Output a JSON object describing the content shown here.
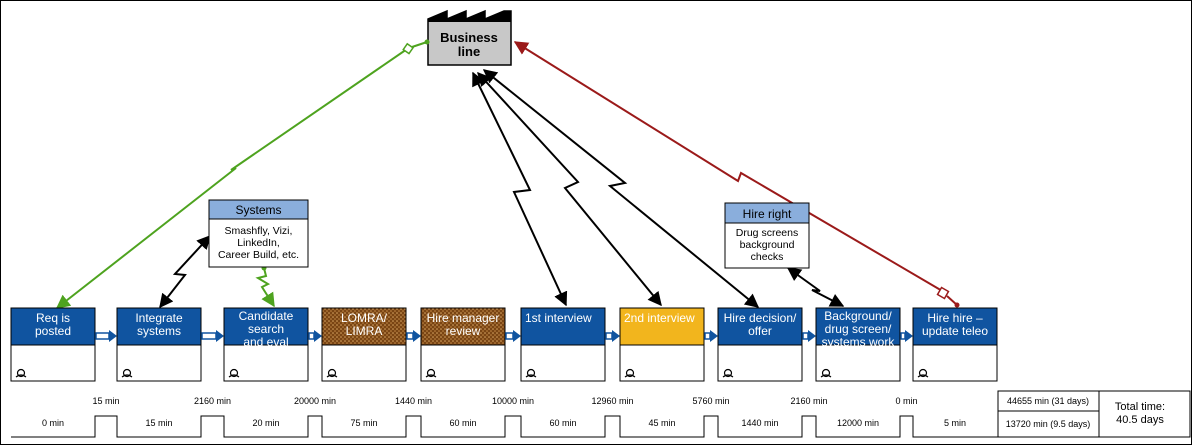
{
  "factory": {
    "label_line1": "Business",
    "label_line2": "line"
  },
  "info_boxes": [
    {
      "id": "systems",
      "title": "Systems",
      "lines": [
        "Smashfly, Vizi,",
        "LinkedIn,",
        "Career Build, etc."
      ]
    },
    {
      "id": "hire-right",
      "title": "Hire right",
      "lines": [
        "Drug screens",
        "background",
        "checks"
      ]
    }
  ],
  "processes": [
    {
      "id": "req-posted",
      "lines": [
        "Req is",
        "posted"
      ],
      "fill": "#1054a0",
      "text_color": "#ffffff",
      "pattern": false
    },
    {
      "id": "integrate-systems",
      "lines": [
        "Integrate",
        "systems"
      ],
      "fill": "#1054a0",
      "text_color": "#ffffff",
      "pattern": false
    },
    {
      "id": "candidate-search",
      "lines": [
        "Candidate",
        "search",
        "and eval"
      ],
      "fill": "#1054a0",
      "text_color": "#ffffff",
      "pattern": false
    },
    {
      "id": "lomra",
      "lines": [
        "LOMRA/",
        "LIMRA"
      ],
      "fill": "#7a4514",
      "text_color": "#ffffff",
      "pattern": true
    },
    {
      "id": "hire-manager-review",
      "lines": [
        "Hire manager",
        "review"
      ],
      "fill": "#7a4514",
      "text_color": "#ffffff",
      "pattern": true
    },
    {
      "id": "first-interview",
      "lines": [
        "1st interview"
      ],
      "fill": "#1054a0",
      "text_color": "#ffffff",
      "pattern": false
    },
    {
      "id": "second-interview",
      "lines": [
        "2nd interview"
      ],
      "fill": "#f2b51d",
      "text_color": "#ffffff",
      "pattern": false
    },
    {
      "id": "hire-decision",
      "lines": [
        "Hire decision/",
        "offer"
      ],
      "fill": "#1054a0",
      "text_color": "#ffffff",
      "pattern": false
    },
    {
      "id": "background-screen",
      "lines": [
        "Background/",
        "drug screen/",
        "systems work"
      ],
      "fill": "#1054a0",
      "text_color": "#ffffff",
      "pattern": false
    },
    {
      "id": "hire-hire",
      "lines": [
        "Hire hire –",
        "update teleo"
      ],
      "fill": "#1054a0",
      "text_color": "#ffffff",
      "pattern": false
    }
  ],
  "timeline": {
    "wait_times": [
      "15 min",
      "2160 min",
      "20000 min",
      "1440 min",
      "10000 min",
      "12960 min",
      "5760 min",
      "2160 min",
      "0 min"
    ],
    "process_times": [
      "0 min",
      "15 min",
      "20 min",
      "75 min",
      "60 min",
      "60 min",
      "45 min",
      "1440 min",
      "12000 min",
      "5 min"
    ],
    "total_wait": "44655 min (31 days)",
    "total_process": "13720 min (9.5 days)",
    "total_label": "Total time:",
    "total_value": "40.5 days"
  },
  "colors": {
    "process_blue": "#1054a0",
    "info_header": "#8aaedc",
    "green_flow": "#4ea31f",
    "red_flow": "#9b1a1a",
    "factory_gray": "#c8c8c8"
  }
}
